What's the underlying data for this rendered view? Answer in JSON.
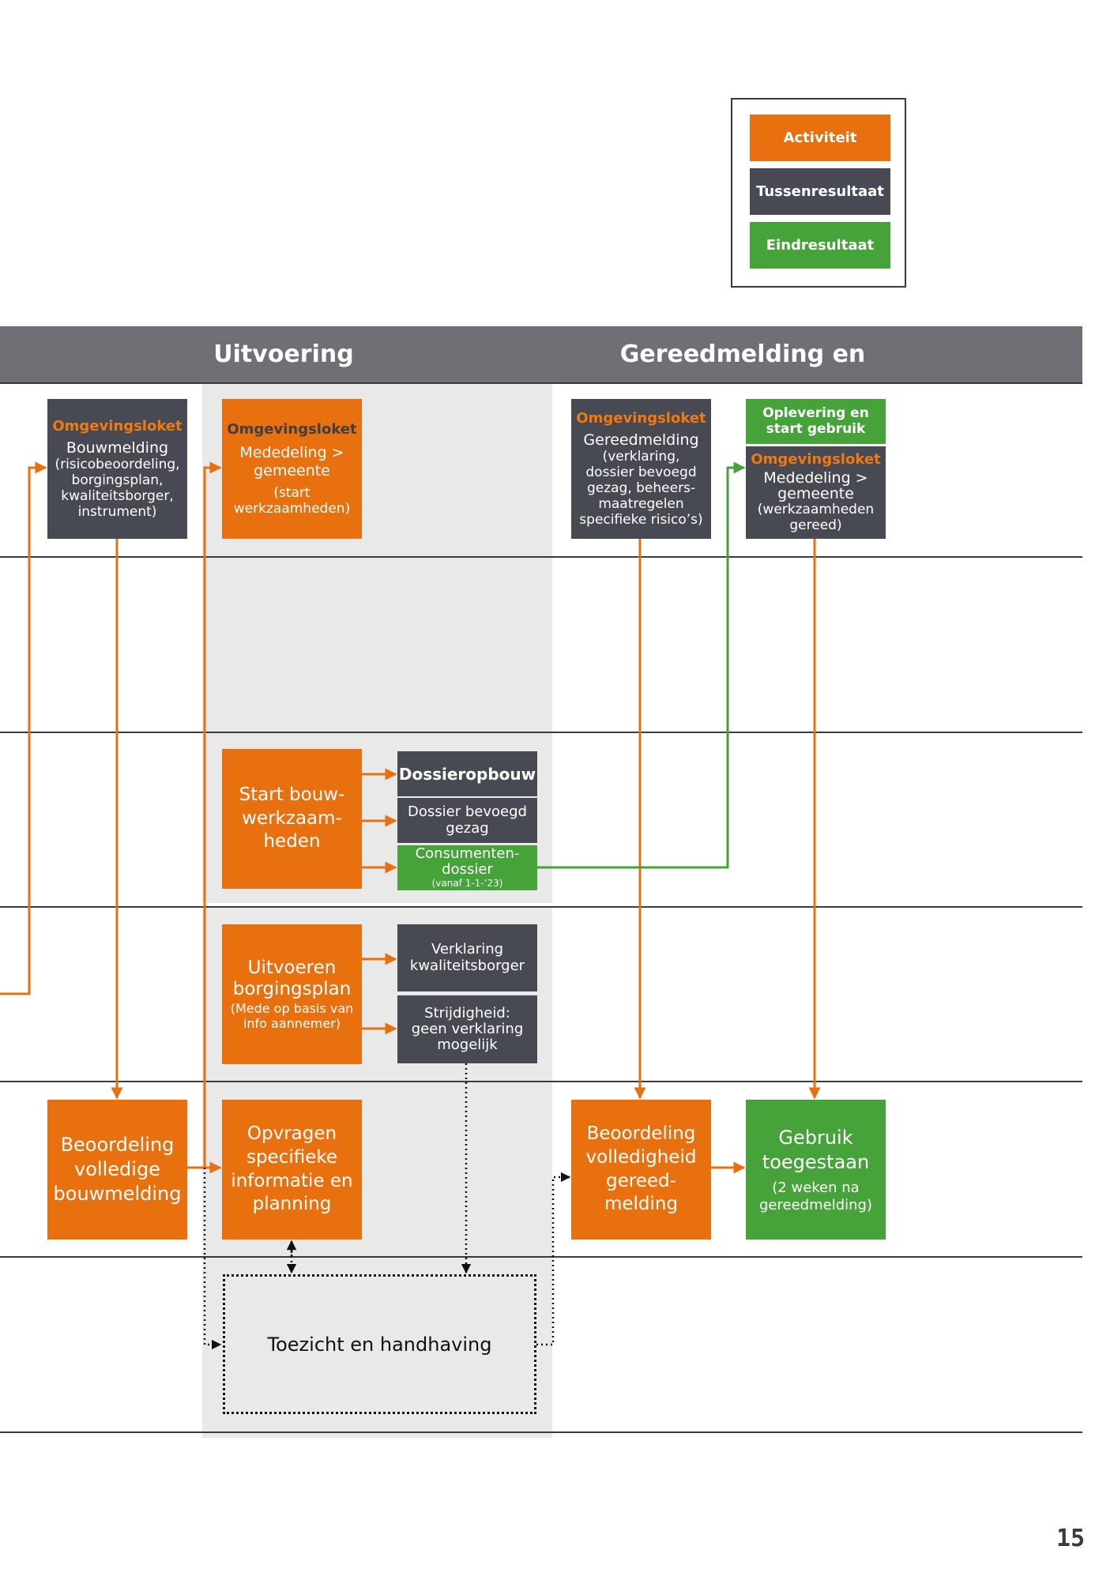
{
  "legend": {
    "activity": "Activiteit",
    "intermediate": "Tussenresultaat",
    "final": "Eindresultaat"
  },
  "header": {
    "col1": "Uitvoering",
    "col2": "Gereedmelding en oplevering"
  },
  "boxes": {
    "bouwmelding": {
      "heading": "Omgevingsloket",
      "title": "Bouwmelding",
      "detail": "(risicobeoordeling, borgingsplan, kwaliteitsborger, instrument)"
    },
    "mededeling_start": {
      "heading": "Omgevingsloket",
      "title": "Mededeling > gemeente",
      "detail": "(start werkzaamheden)"
    },
    "gereedmelding": {
      "heading": "Omgevingsloket",
      "title": "Gereedmelding",
      "detail": "(verklaring, dossier bevoegd gezag, beheers-maatregelen specifieke risico’s)"
    },
    "oplevering": {
      "title": "Oplevering en start gebruik"
    },
    "mededeling_gereed": {
      "heading": "Omgevingsloket",
      "title": "Mededeling > gemeente",
      "detail": "(werkzaamheden gereed)"
    },
    "start_bouw": {
      "title": "Start bouw-werkzaam-heden"
    },
    "dossieropbouw": {
      "title": "Dossieropbouw"
    },
    "dossier_bg": {
      "title": "Dossier bevoegd gezag"
    },
    "consumentendossier": {
      "title": "Consumenten-dossier",
      "note": "(vanaf 1-1-‘23)"
    },
    "uitvoeren": {
      "title": "Uitvoeren borgingsplan",
      "detail": "(Mede op basis van info aannemer)"
    },
    "verklaring": {
      "title": "Verklaring kwaliteitsborger"
    },
    "strijdigheid": {
      "title": "Strijdigheid: geen verklaring mogelijk"
    },
    "beoordeling_bouwmelding": {
      "title": "Beoordeling volledige bouwmelding"
    },
    "opvragen": {
      "title": "Opvragen specifieke informatie en planning"
    },
    "beoordeling_gereed": {
      "title": "Beoordeling volledigheid gereed-melding"
    },
    "gebruik": {
      "title": "Gebruik toegestaan",
      "detail": "(2 weken na gereedmelding)"
    },
    "toezicht": {
      "title": "Toezicht en handhaving"
    }
  },
  "page_number": "15",
  "colors": {
    "activity": "#e8700f",
    "intermediate": "#474a52",
    "final": "#45a33a",
    "header": "#6e7076",
    "column_shade": "#e9e9ea"
  }
}
